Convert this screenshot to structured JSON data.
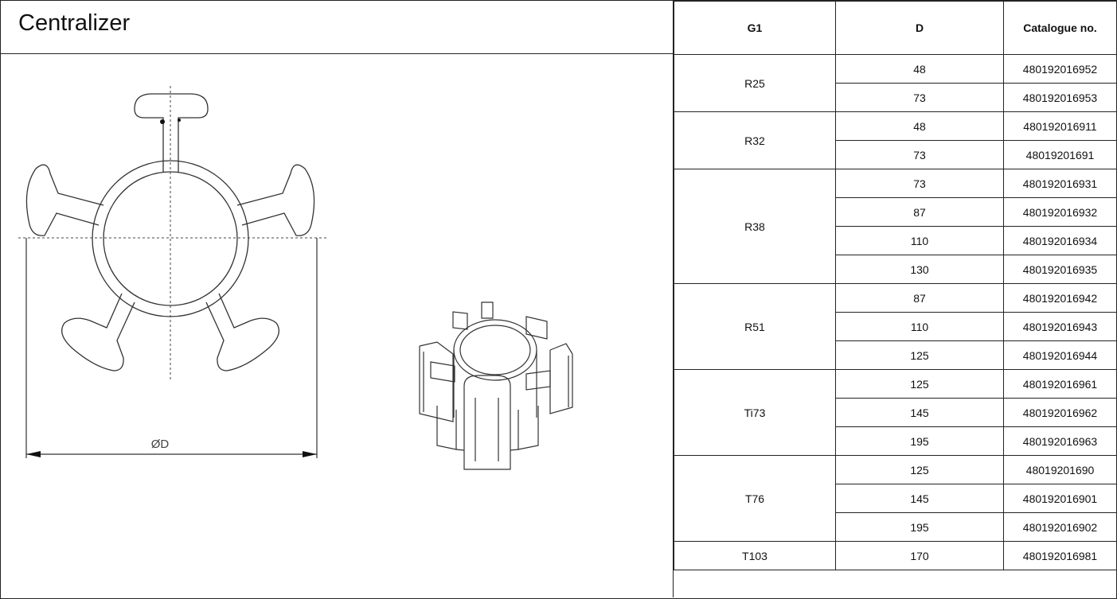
{
  "title": "Centralizer",
  "drawing": {
    "dimension_label": "ØD"
  },
  "table": {
    "headers": [
      "G1",
      "D",
      "Catalogue no."
    ],
    "groups": [
      {
        "g1": "R25",
        "rows": [
          {
            "d": "48",
            "cat": "480192016952"
          },
          {
            "d": "73",
            "cat": "480192016953"
          }
        ]
      },
      {
        "g1": "R32",
        "rows": [
          {
            "d": "48",
            "cat": "480192016911"
          },
          {
            "d": "73",
            "cat": "48019201691"
          }
        ]
      },
      {
        "g1": "R38",
        "rows": [
          {
            "d": "73",
            "cat": "480192016931"
          },
          {
            "d": "87",
            "cat": "480192016932"
          },
          {
            "d": "110",
            "cat": "480192016934"
          },
          {
            "d": "130",
            "cat": "480192016935"
          }
        ]
      },
      {
        "g1": "R51",
        "rows": [
          {
            "d": "87",
            "cat": "480192016942"
          },
          {
            "d": "110",
            "cat": "480192016943"
          },
          {
            "d": "125",
            "cat": "480192016944"
          }
        ]
      },
      {
        "g1": "Ti73",
        "rows": [
          {
            "d": "125",
            "cat": "480192016961"
          },
          {
            "d": "145",
            "cat": "480192016962"
          },
          {
            "d": "195",
            "cat": "480192016963"
          }
        ]
      },
      {
        "g1": "T76",
        "rows": [
          {
            "d": "125",
            "cat": "48019201690"
          },
          {
            "d": "145",
            "cat": "480192016901"
          },
          {
            "d": "195",
            "cat": "480192016902"
          }
        ]
      },
      {
        "g1": "T103",
        "rows": [
          {
            "d": "170",
            "cat": "480192016981"
          }
        ]
      }
    ]
  }
}
